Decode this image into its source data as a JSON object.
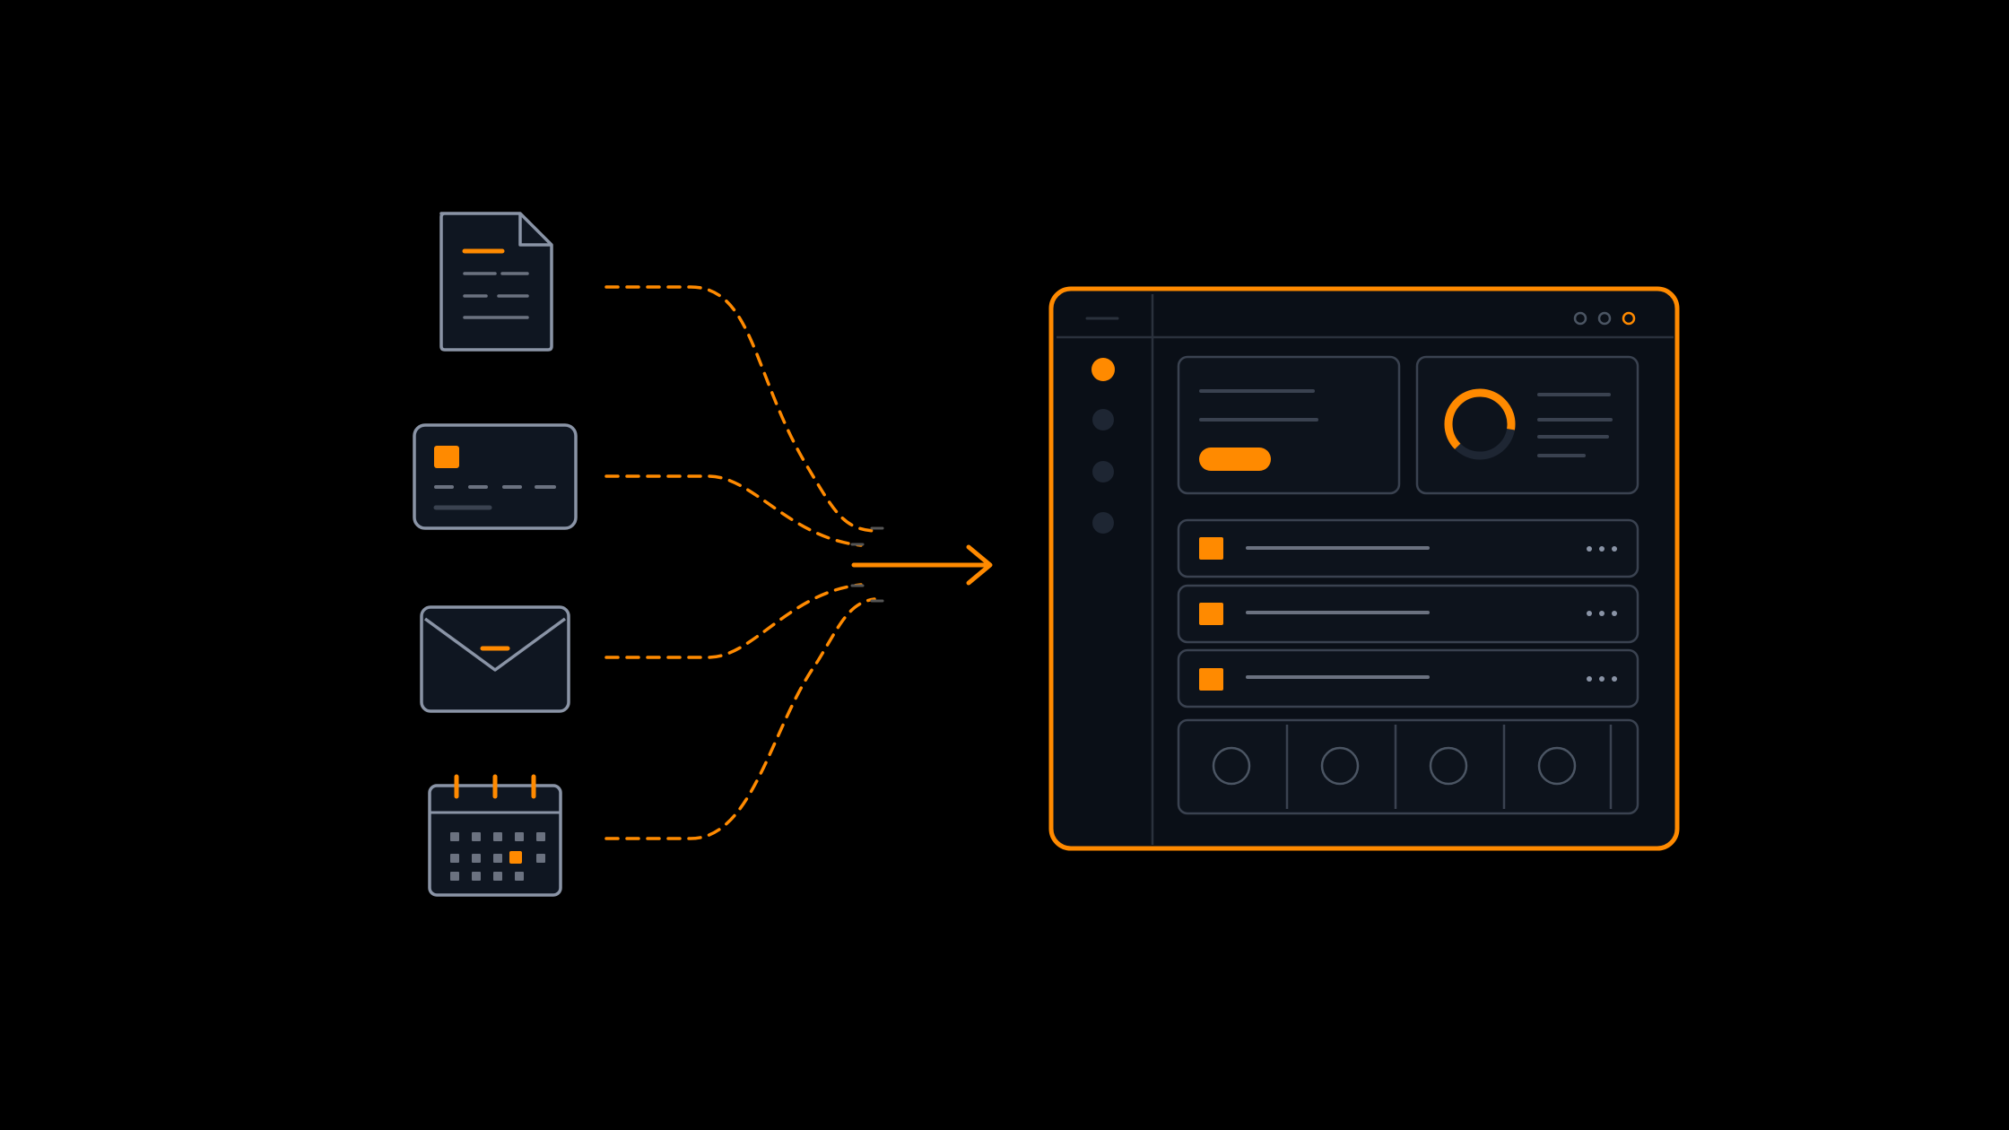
{
  "colors": {
    "background": "#000000",
    "accent": "#ff8a00",
    "icon_stroke": "#8a94a6",
    "icon_fill": "#0f1621",
    "panel_fill": "#0a0f17",
    "panel_stroke": "#3a4250",
    "muted_line": "#4b5563",
    "dark_dot": "#1e2633"
  },
  "sources": [
    {
      "name": "document-icon"
    },
    {
      "name": "credit-card-icon"
    },
    {
      "name": "envelope-icon"
    },
    {
      "name": "calendar-icon"
    }
  ],
  "flow": {
    "arrow": "arrow-right-icon"
  },
  "dashboard": {
    "sidebar_items": [
      {
        "active": true
      },
      {
        "active": false
      },
      {
        "active": false
      },
      {
        "active": false
      }
    ],
    "window_controls": [
      "dot",
      "dot",
      "accent-dot"
    ],
    "donut_fraction": 0.65,
    "list_rows": [
      {
        "icon": "square-accent"
      },
      {
        "icon": "square-accent"
      },
      {
        "icon": "square-accent"
      }
    ],
    "tiles": [
      {
        "icon": "circle-icon"
      },
      {
        "icon": "circle-icon"
      },
      {
        "icon": "circle-icon"
      },
      {
        "icon": "circle-icon"
      }
    ]
  }
}
